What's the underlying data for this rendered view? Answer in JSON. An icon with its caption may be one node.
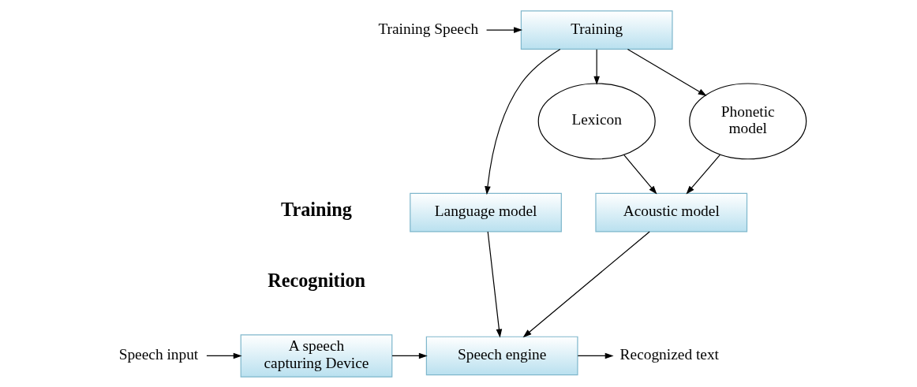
{
  "diagram": {
    "nodes": [
      {
        "text": [
          "Training Speech"
        ]
      },
      {
        "text": [
          "Training"
        ]
      },
      {
        "text": [
          "Phonetic model"
        ]
      },
      {
        "text": [
          "Lexicon"
        ]
      },
      {
        "text": [
          "Language model"
        ]
      },
      {
        "text": [
          "Acoustic model"
        ]
      },
      {
        "text": [
          "Speech input"
        ]
      },
      {
        "text": [
          "A speech capturing Device"
        ]
      },
      {
        "text": [
          "Speech engine"
        ]
      },
      {
        "text": [
          "Recognized text"
        ]
      }
    ],
    "edges": [
      {
        "from": 0,
        "to": 1,
        "arrow": "to"
      },
      {
        "from": 1,
        "to": 2,
        "arrow": "to"
      },
      {
        "from": 1,
        "to": 3,
        "arrow": "to"
      },
      {
        "from": 1,
        "to": 4,
        "arrow": "to"
      },
      {
        "from": 2,
        "to": 5,
        "arrow": "to"
      },
      {
        "from": 3,
        "to": 5,
        "arrow": "to"
      },
      {
        "from": 4,
        "to": 8,
        "arrow": "to"
      },
      {
        "from": 5,
        "to": 8,
        "arrow": "to"
      },
      {
        "from": 6,
        "to": 7,
        "arrow": "to"
      },
      {
        "from": 7,
        "to": 8,
        "arrow": "to"
      },
      {
        "from": 8,
        "to": 9,
        "arrow": "to"
      }
    ],
    "labels": [
      "Training",
      "Recognition"
    ]
  }
}
